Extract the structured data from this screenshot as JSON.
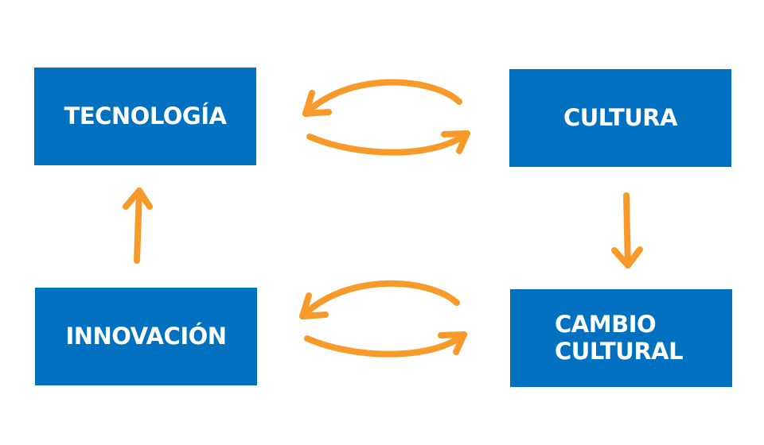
{
  "colors": {
    "box": "#0070C0",
    "arrow": "#F79A2A",
    "text": "#FFFFFF"
  },
  "boxes": {
    "tecnologia": "TECNOLOGÍA",
    "cultura": "CULTURA",
    "innovacion": "INNOVACIÓN",
    "cambio_cultural": "CAMBIO\nCULTURAL"
  },
  "arrows": [
    {
      "from": "cultura",
      "to": "tecnologia",
      "icon": "curved-arrow-left-icon"
    },
    {
      "from": "tecnologia",
      "to": "cultura",
      "icon": "curved-arrow-right-icon"
    },
    {
      "from": "cultura",
      "to": "cambio_cultural",
      "icon": "arrow-down-icon"
    },
    {
      "from": "cambio_cultural",
      "to": "innovacion",
      "icon": "curved-arrow-left-icon"
    },
    {
      "from": "innovacion",
      "to": "cambio_cultural",
      "icon": "curved-arrow-right-icon"
    },
    {
      "from": "innovacion",
      "to": "tecnologia",
      "icon": "arrow-up-icon"
    }
  ]
}
